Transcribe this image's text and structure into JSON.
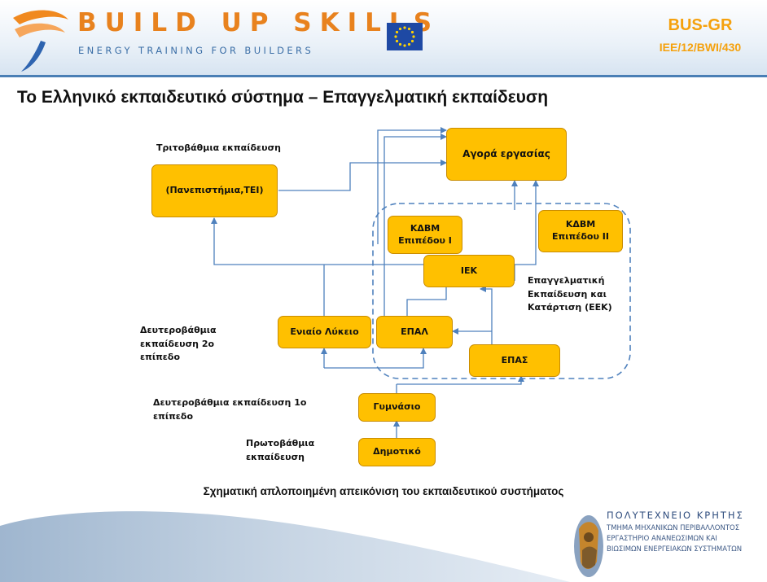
{
  "header": {
    "brand": "BUILD UP SKILLS",
    "tagline": "ENERGY TRAINING FOR BUILDERS",
    "project_code": "BUS-GR",
    "project_sub": "IEE/12/BWI/430"
  },
  "title": "Το Ελληνικό εκπαιδευτικό σύστημα – Επαγγελματική εκπαίδευση",
  "diagram": {
    "labels": {
      "tertiary": "Τριτοβάθμια εκπαίδευση",
      "secondary2_l1": "Δευτεροβάθμια",
      "secondary2_l2": "εκπαίδευση 2ο",
      "secondary2_l3": "επίπεδο",
      "secondary1_l1": "Δευτεροβάθμια εκπαίδευση 1ο",
      "secondary1_l2": "επίπεδο",
      "primary_l1": "Πρωτοβάθμια",
      "primary_l2": "εκπαίδευση",
      "eek_l1": "Επαγγελματική",
      "eek_l2": "Εκπαίδευση και",
      "eek_l3": "Κατάρτιση (ΕΕΚ)"
    },
    "nodes": {
      "labour_market": "Αγορά εργασίας",
      "university": "(Πανεπιστήμια,ΤΕΙ)",
      "kdvm1_l1": "ΚΔΒΜ",
      "kdvm1_l2": "Επιπέδου Ι",
      "kdvm2_l1": "ΚΔΒΜ",
      "kdvm2_l2": "Επιπέδου ΙΙ",
      "iek": "ΙΕΚ",
      "general_lyceum": "Ενιαίο Λύκειο",
      "epal": "ΕΠΑΛ",
      "epas": "ΕΠΑΣ",
      "gymnasium": "Γυμνάσιο",
      "primary_school": "Δημοτικό"
    }
  },
  "caption": "Σχηματική απλοποιημένη απεικόνιση του εκπαιδευτικού συστήματος",
  "footer": {
    "university": "ΠΟΛΥΤΕΧΝΕΙΟ ΚΡΗΤΗΣ",
    "line1": "ΤΜΗΜΑ ΜΗΧΑΝΙΚΩΝ ΠΕΡΙΒΑΛΛΟΝΤΟΣ",
    "line2": "ΕΡΓΑΣΤΗΡΙΟ ΑΝΑΝΕΩΣΙΜΩΝ ΚΑΙ",
    "line3": "ΒΙΩΣΙΜΩΝ ΕΝΕΡΓΕΙΑΚΩΝ ΣΥΣΤΗΜΑΤΩΝ"
  },
  "colors": {
    "node_fill": "#ffc000",
    "connector": "#4f81bd",
    "brand_orange": "#e8821e",
    "brand_blue": "#3c6fa7"
  }
}
